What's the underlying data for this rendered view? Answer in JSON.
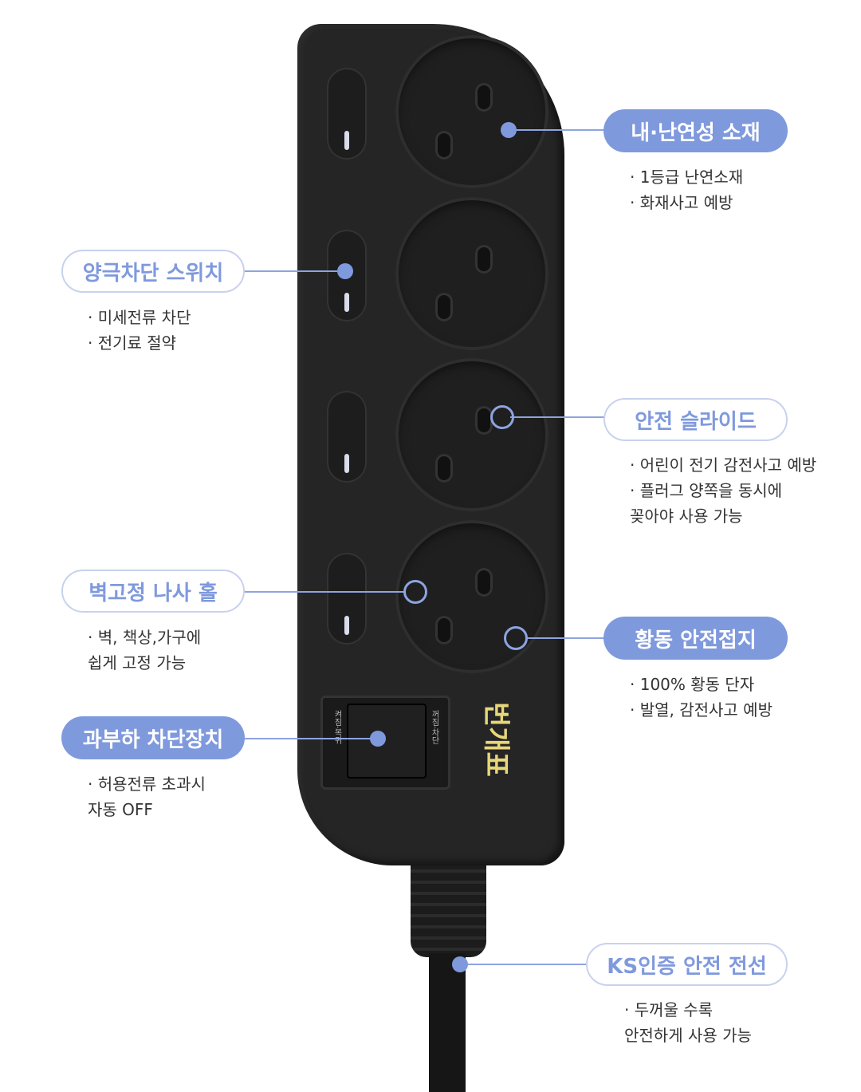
{
  "product": {
    "logo": "번개표",
    "breaker_left": "켜짐·복귀",
    "breaker_right": "꺼짐·차단"
  },
  "features": [
    {
      "title": "내·난연성 소재",
      "lines": [
        "· 1등급 난연소재",
        "· 화재사고 예방"
      ]
    },
    {
      "title": "양극차단 스위치",
      "lines": [
        "· 미세전류 차단",
        "· 전기료 절약"
      ]
    },
    {
      "title": "안전 슬라이드",
      "lines": [
        "· 어린이 전기 감전사고 예방",
        "· 플러그 양쪽을 동시에",
        "  꽂아야 사용 가능"
      ]
    },
    {
      "title": "벽고정 나사 홀",
      "lines": [
        "· 벽, 책상,가구에",
        "  쉽게 고정 가능"
      ]
    },
    {
      "title": "황동 안전접지",
      "lines": [
        "· 100% 황동 단자",
        "· 발열, 감전사고 예방"
      ]
    },
    {
      "title": "과부하 차단장치",
      "lines": [
        "· 허용전류 초과시",
        "  자동 OFF"
      ]
    },
    {
      "title": "KS인증 안전 전선",
      "lines": [
        "· 두꺼울 수록",
        "  안전하게 사용 가능"
      ]
    }
  ],
  "colors": {
    "accent": "#7f99dd",
    "body": "#252525",
    "logo": "#e8d77a"
  }
}
